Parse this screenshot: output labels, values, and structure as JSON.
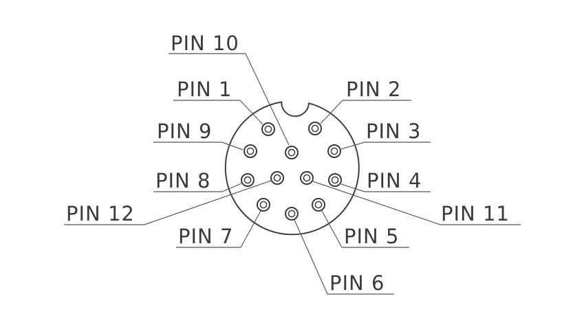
{
  "diagram": {
    "pins": [
      {
        "id": "pin-10",
        "label": "PIN 10"
      },
      {
        "id": "pin-1",
        "label": "PIN 1"
      },
      {
        "id": "pin-2",
        "label": "PIN 2"
      },
      {
        "id": "pin-9",
        "label": "PIN 9"
      },
      {
        "id": "pin-3",
        "label": "PIN 3"
      },
      {
        "id": "pin-8",
        "label": "PIN 8"
      },
      {
        "id": "pin-4",
        "label": "PIN 4"
      },
      {
        "id": "pin-12",
        "label": "PIN 12"
      },
      {
        "id": "pin-11",
        "label": "PIN 11"
      },
      {
        "id": "pin-7",
        "label": "PIN 7"
      },
      {
        "id": "pin-5",
        "label": "PIN 5"
      },
      {
        "id": "pin-6",
        "label": "PIN 6"
      }
    ]
  }
}
